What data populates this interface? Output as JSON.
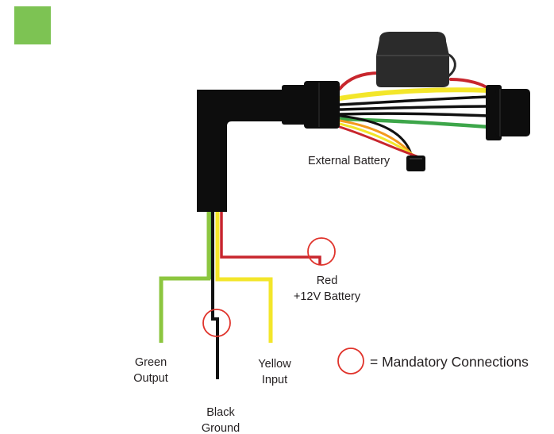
{
  "labels": {
    "external_battery": "External Battery",
    "red_line1": "Red",
    "red_line2": "+12V Battery",
    "green_line1": "Green",
    "green_line2": "Output",
    "yellow_line1": "Yellow",
    "yellow_line2": "Input",
    "black_line1": "Black",
    "black_line2": "Ground",
    "legend": "= Mandatory Connections"
  },
  "colors": {
    "badge": "#7dc353",
    "harness": "#0d0d0d",
    "fuse_holder": "#2b2b2b",
    "red_wire": "#c8262d",
    "yellow_wire": "#f3e62a",
    "green_wire": "#3da64a",
    "lime_wire": "#8cc63f",
    "orange_wire": "#f39a1e",
    "black_wire": "#111111",
    "white_wire": "#ffffff",
    "mandatory_circle": "#e0332b"
  },
  "icons": {
    "corner_badge": "green-square-badge",
    "legend_marker": "mandatory-connection-circle"
  }
}
